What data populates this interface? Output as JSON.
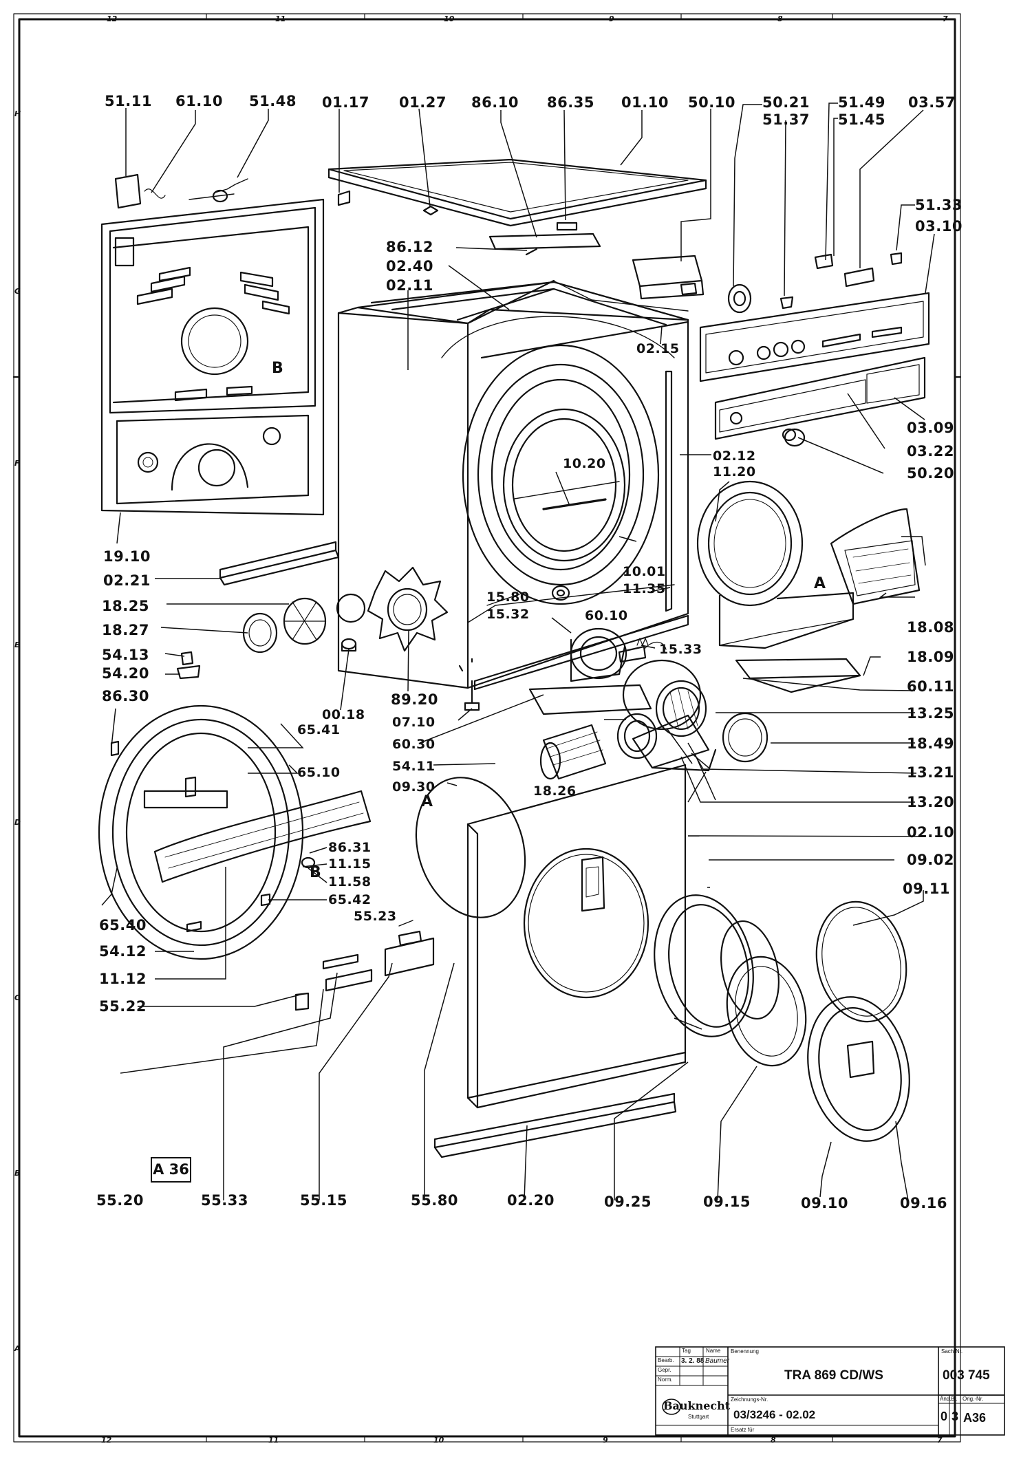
{
  "drawing": {
    "part_labels": {
      "p5111": "51.11",
      "p6110": "61.10",
      "p5148": "51.48",
      "p0117": "01.17",
      "p0127": "01.27",
      "p8610": "86.10",
      "p8635": "86.35",
      "p0110": "01.10",
      "p5010": "50.10",
      "p5021": "50.21",
      "p5137": "51.37",
      "p5149": "51.49",
      "p5145": "51.45",
      "p0357": "03.57",
      "p5133": "51.33",
      "p0310": "03.10",
      "p8612": "86.12",
      "p0240": "02.40",
      "p0211": "02.11",
      "p0215": "02.15",
      "p0309": "03.09",
      "p0322": "03.22",
      "p5020": "50.20",
      "p1020": "10.20",
      "p0212": "02.12",
      "p1120": "11.20",
      "p1910": "19.10",
      "p0221": "02.21",
      "p1001": "10.01",
      "p1135": "11.35",
      "p1825": "18.25",
      "p1808": "18.08",
      "p1827": "18.27",
      "p1580": "15.80",
      "p1532": "15.32",
      "p6010": "60.10",
      "p1533": "15.33",
      "p1809": "18.09",
      "p5413": "54.13",
      "p5420": "54.20",
      "p8630": "86.30",
      "p0018": "00.18",
      "p8920": "89.20",
      "p6011": "60.11",
      "p1325": "13.25",
      "p0710": "07.10",
      "p6541": "65.41",
      "p6030": "60.30",
      "p1849": "18.49",
      "p5411": "54.11",
      "p6510": "65.10",
      "p1321": "13.21",
      "p0930": "09.30",
      "p1826": "18.26",
      "p1320": "13.20",
      "p0210": "02.10",
      "p8631": "86.31",
      "p1115": "11.15",
      "p0902": "09.02",
      "p1158": "11.58",
      "p6542": "65.42",
      "p0911": "09.11",
      "p6540": "65.40",
      "p5523": "55.23",
      "p5412": "54.12",
      "p1112": "11.12",
      "p5522": "55.22",
      "p5520": "55.20",
      "p5533": "55.33",
      "p5515": "55.15",
      "p5580": "55.80",
      "p0220": "02.20",
      "p0925": "09.25",
      "p0915": "09.15",
      "p0910": "09.10",
      "p0916": "09.16"
    },
    "letter_refs": {
      "b1": "B",
      "b2": "B",
      "a1": "A",
      "a2": "A"
    },
    "sheet_tag": "A 36",
    "grid_columns": [
      "12",
      "11",
      "10",
      "9",
      "8",
      "7"
    ],
    "grid_rows": [
      "H",
      "G",
      "F",
      "E",
      "D",
      "C",
      "B",
      "A"
    ]
  },
  "title_block": {
    "date_value": "3. 2. 88",
    "signature_name": "Baumer",
    "designation": "TRA 869 CD/WS",
    "part_no": "003 745",
    "drawing_no": "03/3246 - 02.02",
    "revision": "0",
    "sheet": "3",
    "sheet_ref": "A36",
    "brand": "Bauknecht",
    "brand_sub": "Stuttgart",
    "row_labels": [
      "Bearb.",
      "Gepr.",
      "Norm."
    ],
    "col_labels": [
      "Tag",
      "Name"
    ],
    "field_labels": {
      "designation_label": "Benennung",
      "part_label": "Sach-Nr.",
      "drawing_label": "Zeichnungs-Nr.",
      "replaced_label": "Ersatz für",
      "revision_label": "Änd.",
      "sheet_label": "Bl.",
      "orig_label": "Orig.-Nr."
    }
  }
}
